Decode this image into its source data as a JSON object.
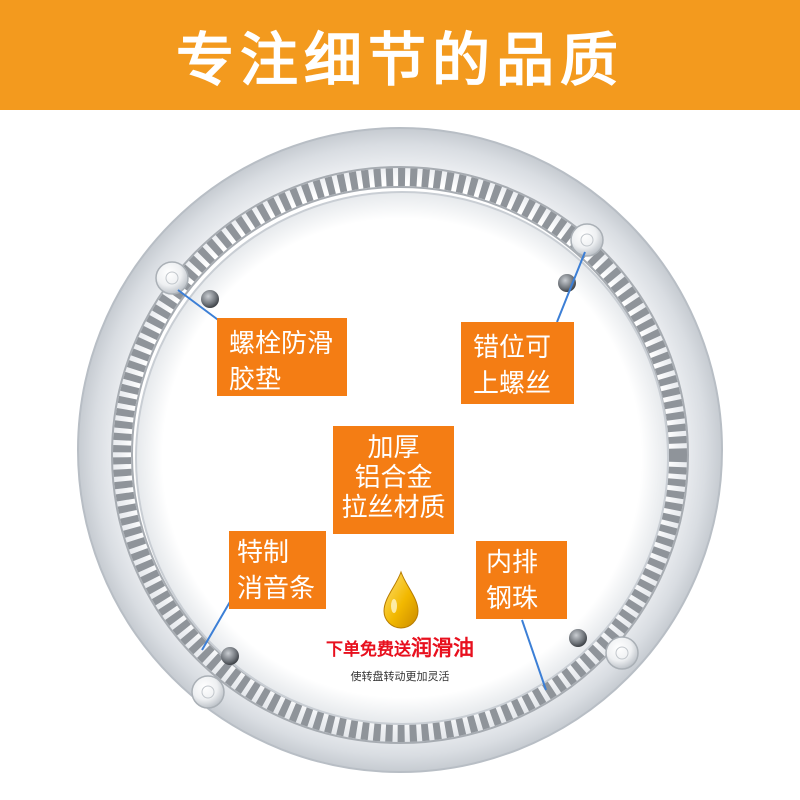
{
  "banner": {
    "title": "专注细节的品质",
    "background": "#f39a1e"
  },
  "callouts": {
    "anti_slip": {
      "line1": "螺栓防滑",
      "line2": "胶垫"
    },
    "offset_screws": {
      "line1": "错位可",
      "line2": "上螺丝"
    },
    "material": {
      "line1": "加厚",
      "line2": "铝合金",
      "line3": "拉丝材质"
    },
    "silencer": {
      "line1": "特制",
      "line2": "消音条"
    },
    "steel_balls": {
      "line1": "内排",
      "line2": "钢珠"
    }
  },
  "gift": {
    "prefix": "下单免费送",
    "highlight": "润滑油",
    "note": "使转盘转动更加灵活"
  },
  "colors": {
    "callout_bg": "#f47d14",
    "ring": "#dfe3e8",
    "ball_track": "#8f949a",
    "leader_line": "#3c7fd6",
    "gift_text": "#e8101e",
    "oil_drop": "#f2b800"
  },
  "icons": {
    "oil_drop": "oil-drop-icon",
    "bolt": "bolt-icon",
    "rubber_pad": "rubber-pad-icon"
  }
}
